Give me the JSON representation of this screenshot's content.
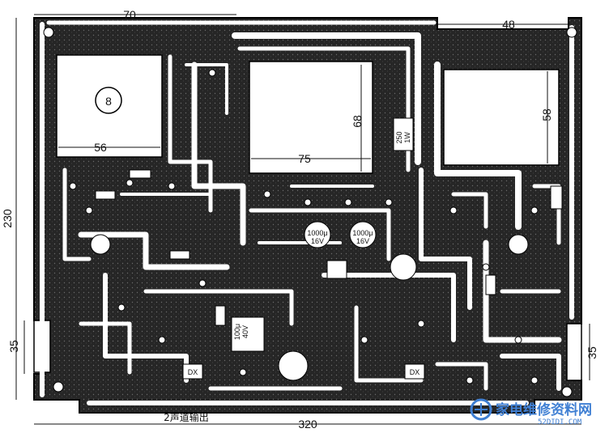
{
  "dimensions": {
    "top_left_width": "70",
    "top_right_width": "48",
    "left_height": "230",
    "bottom_width": "320",
    "left_bottom": "35",
    "right_bottom": "35",
    "cutout_left_width": "56",
    "cutout_center_width": "75",
    "cutout_center_height": "68",
    "cutout_right_height": "58"
  },
  "board_number": "8",
  "output_label": "2声道输出",
  "component_labels": {
    "cap_left": "100μ\n40V",
    "cap_center": "1000μ\n16V",
    "cap_mid": "1000μ\n16V",
    "resistor_top": "250\n1W",
    "chip_left": "DX",
    "chip_right": "DX"
  },
  "watermark": {
    "site_name": "家电维修资料网",
    "site_url": "52DIDI.COM"
  },
  "colors": {
    "trace": "#ffffff",
    "substrate": "#1a1a1a",
    "watermark": "#3f7fd3"
  }
}
